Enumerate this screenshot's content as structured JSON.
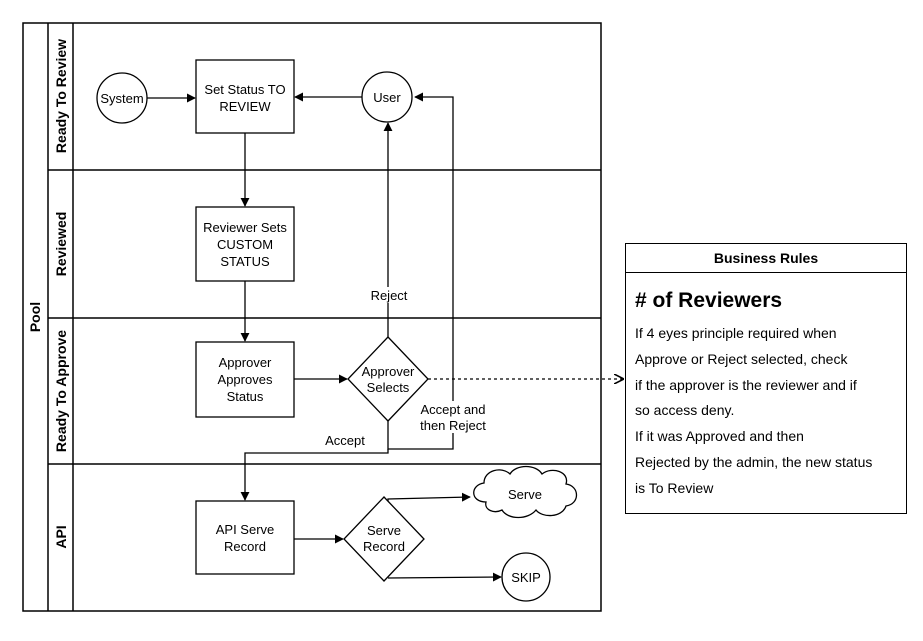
{
  "pool": {
    "title": "Pool"
  },
  "lanes": [
    "Ready To Review",
    "Reviewed",
    "Ready To Approve",
    "API"
  ],
  "nodes": {
    "system": "System",
    "user": "User",
    "set_status": [
      "Set Status TO",
      "REVIEW"
    ],
    "reviewer_sets": [
      "Reviewer Sets",
      "CUSTOM",
      "STATUS"
    ],
    "approver_approves": [
      "Approver",
      "Approves",
      "Status"
    ],
    "approver_selects": [
      "Approver",
      "Selects"
    ],
    "api_serve": [
      "API Serve",
      "Record"
    ],
    "serve_record": [
      "Serve",
      "Record"
    ],
    "serve": "Serve",
    "skip": "SKIP"
  },
  "edges": {
    "reject": "Reject",
    "accept": "Accept",
    "accept_then_reject": [
      "Accept and",
      "then Reject"
    ]
  },
  "business_rules": {
    "header": "Business Rules",
    "title": "# of Reviewers",
    "lines": [
      "If 4  eyes principle required when",
      "Approve or Reject selected, check",
      "if the approver is the reviewer and if",
      "so access deny.",
      "If it was Approved and then",
      "Rejected by the admin, the new status",
      "is To Review"
    ]
  }
}
